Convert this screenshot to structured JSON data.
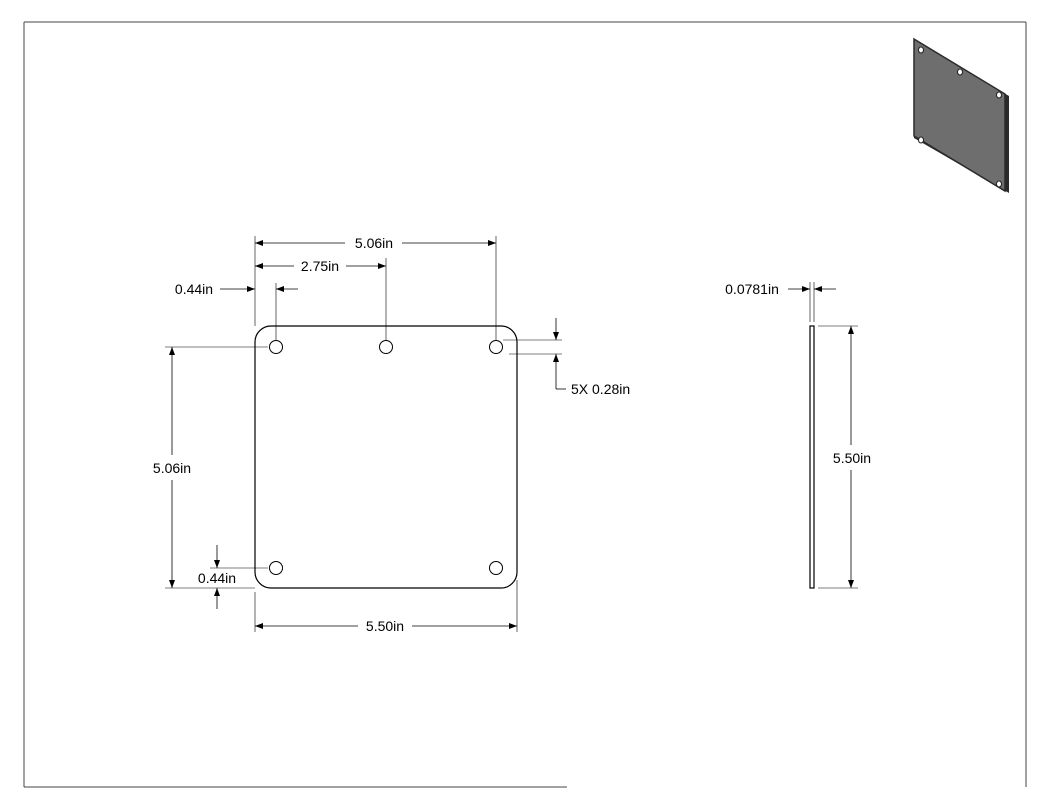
{
  "front_view": {
    "dims": {
      "top_overall": "5.06in",
      "top_center": "2.75in",
      "left_offset": "0.44in",
      "left_height": "5.06in",
      "bottom_offset": "0.44in",
      "bottom_width": "5.50in",
      "hole_callout": "5X 0.28in"
    }
  },
  "side_view": {
    "dims": {
      "thickness": "0.0781in",
      "height": "5.50in"
    }
  },
  "colors": {
    "iso_face": "#6e6e6e",
    "iso_edge": "#2a2a2a"
  },
  "icons": {
    "iso_view": "plate-isometric-icon"
  }
}
